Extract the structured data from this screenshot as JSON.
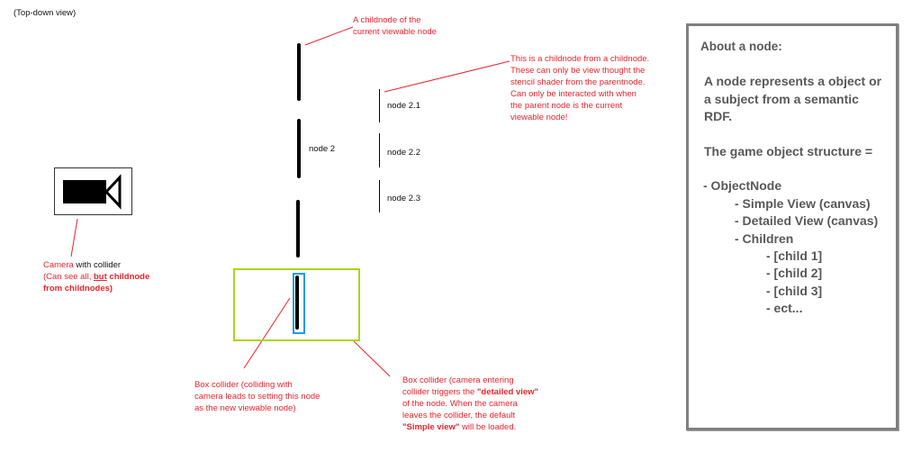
{
  "view_label": "(Top-down view)",
  "annotations": {
    "childnode": [
      "A childnode of the",
      "current viewable node"
    ],
    "grandchild": [
      "This is a childnode from a childnode.",
      "These can only be view thought the",
      "stencil shader from the parentnode.",
      "Can only be interacted with when",
      "the parent node is the current",
      "viewable node!"
    ],
    "camera": {
      "title_red": "Camera",
      "title_black": " with collider",
      "line2_prefix": "(Can see all, ",
      "line2_underlined": "but",
      "line2_suffix": " childnode",
      "line3": "from childnodes)"
    },
    "box_collider_left": [
      "Box collider (colliding with",
      "camera leads to setting this node",
      "as the new viewable node)"
    ],
    "box_collider_right": {
      "line1": "Box collider (camera entering",
      "line2_prefix": "collider triggers the ",
      "line2_bold": "\"detailed view\"",
      "line3": "of the node. When the camera",
      "line4": "leaves the collider, the default",
      "line5_bold": "\"Simple view\"",
      "line5_suffix": " will be loaded."
    }
  },
  "nodes": {
    "node2": "node 2",
    "children": [
      "node 2.1",
      "node 2.2",
      "node 2.3"
    ]
  },
  "info_box": {
    "title": "About a node:",
    "description": [
      "A node represents a object or",
      "a subject from a semantic",
      "RDF."
    ],
    "structure_heading": "The game object structure =",
    "structure": [
      {
        "text": "- ObjectNode",
        "level": 0
      },
      {
        "text": "- Simple View (canvas)",
        "level": 1
      },
      {
        "text": "- Detailed View (canvas)",
        "level": 1
      },
      {
        "text": "- Children",
        "level": 1
      },
      {
        "text": "- [child 1]",
        "level": 2
      },
      {
        "text": "- [child 2]",
        "level": 2
      },
      {
        "text": "- [child 3]",
        "level": 2
      },
      {
        "text": "- ect...",
        "level": 2
      }
    ]
  },
  "colors": {
    "annotation": "#e8242c",
    "collider_green": "#a6d61f",
    "selection_blue": "#1e9be0",
    "info_border": "#7f7f7f",
    "info_text": "#595959"
  }
}
